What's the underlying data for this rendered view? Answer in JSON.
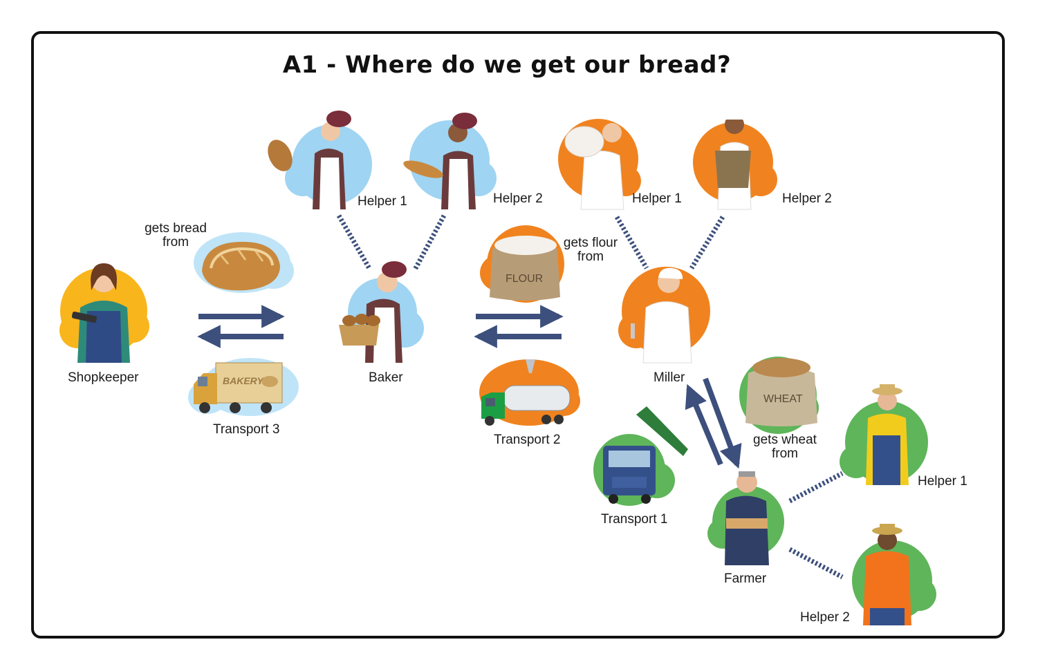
{
  "title": "A1 - Where do we get our bread?",
  "colors": {
    "shop_yellow": "#f9b51c",
    "baker_blue": "#9fd4f2",
    "miller_orange": "#f0831f",
    "farmer_green": "#5fb55a",
    "arrow_navy": "#3d4f7c"
  },
  "nodes": {
    "shopkeeper": {
      "label": "Shopkeeper",
      "icon": "shopkeeper-with-tablet"
    },
    "baker": {
      "label": "Baker",
      "icon": "baker-with-bread-basket"
    },
    "baker_helper1": {
      "label": "Helper 1",
      "icon": "baker-holding-loaf"
    },
    "baker_helper2": {
      "label": "Helper 2",
      "icon": "baker-holding-baguette"
    },
    "miller": {
      "label": "Miller",
      "icon": "miller-testing-flour"
    },
    "miller_helper1": {
      "label": "Helper 1",
      "icon": "worker-carrying-sack"
    },
    "miller_helper2": {
      "label": "Helper 2",
      "icon": "worker-with-flour-sack"
    },
    "farmer": {
      "label": "Farmer",
      "icon": "farmer-arms-crossed"
    },
    "farmer_helper1": {
      "label": "Helper 1",
      "icon": "farmer-in-overalls"
    },
    "farmer_helper2": {
      "label": "Helper 2",
      "icon": "farmer-in-hat"
    }
  },
  "transports": {
    "t3": {
      "label": "Transport 3",
      "icon": "bakery-truck",
      "truck_text": "BAKERY"
    },
    "t2": {
      "label": "Transport 2",
      "icon": "flour-tanker-truck"
    },
    "t1": {
      "label": "Transport 1",
      "icon": "grain-truck"
    }
  },
  "goods": {
    "bread": {
      "caption_line1": "gets bread",
      "caption_line2": "from",
      "icon": "bread-loaf"
    },
    "flour": {
      "caption_line1": "gets flour",
      "caption_line2": "from",
      "icon": "flour-sack",
      "sack_text": "FLOUR"
    },
    "wheat": {
      "caption_line1": "gets wheat",
      "caption_line2": "from",
      "icon": "wheat-sack",
      "sack_text": "WHEAT"
    }
  }
}
